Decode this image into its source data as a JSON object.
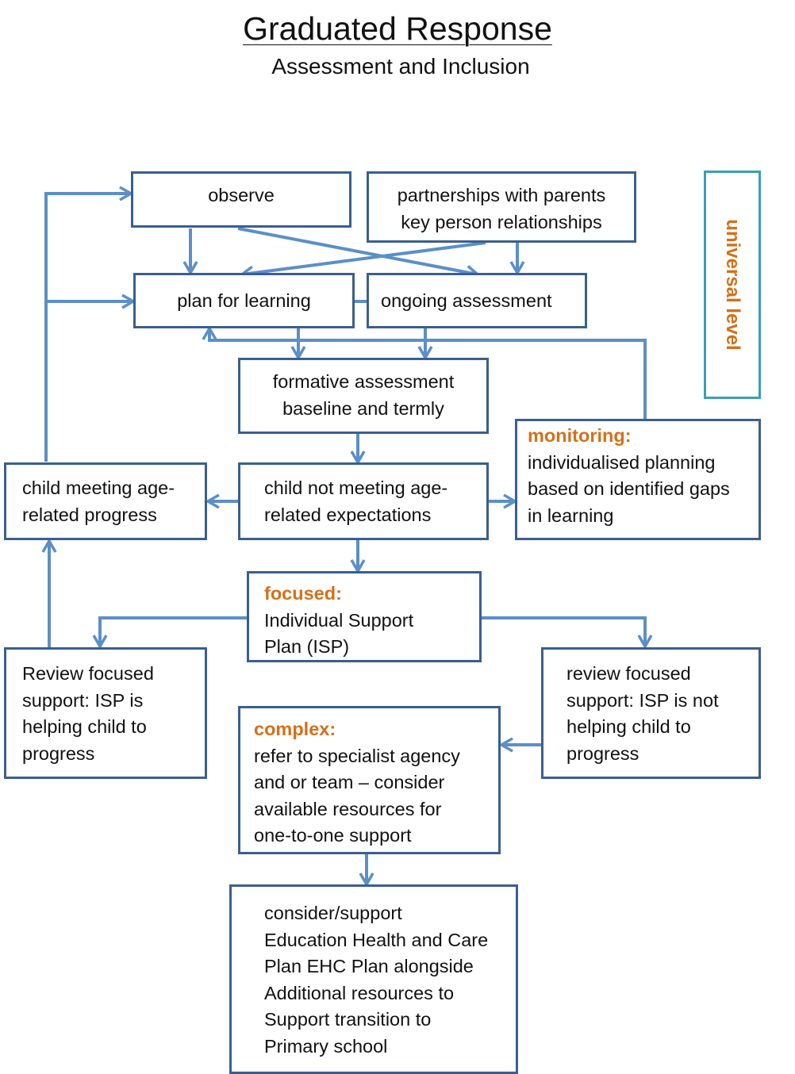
{
  "title": "Graduated Response",
  "subtitle": "Assessment and Inclusion",
  "nodes": {
    "observe": {
      "lines": [
        "observe"
      ]
    },
    "partnerships": {
      "lines": [
        "partnerships with parents",
        "key person relationships"
      ]
    },
    "plan": {
      "lines": [
        "plan for learning"
      ]
    },
    "ongoing": {
      "lines": [
        "ongoing assessment"
      ]
    },
    "formative": {
      "lines": [
        "formative assessment",
        "baseline and termly"
      ]
    },
    "meeting": {
      "lines": [
        "child meeting age-",
        "related progress"
      ]
    },
    "not_meeting": {
      "lines": [
        "child not meeting age-",
        "related expectations"
      ]
    },
    "monitoring": {
      "heading": "monitoring:",
      "lines": [
        "individualised planning",
        "based on identified gaps",
        "in learning"
      ]
    },
    "focused": {
      "heading": "focused:",
      "lines": [
        "Individual Support",
        "Plan (ISP)"
      ]
    },
    "review_helping": {
      "lines": [
        "Review focused",
        "support: ISP is",
        "helping child to",
        "progress"
      ]
    },
    "review_not": {
      "lines": [
        "review focused",
        "support: ISP is not",
        "helping child to",
        "progress"
      ]
    },
    "complex": {
      "heading": "complex:",
      "lines": [
        "refer to specialist agency",
        "and or team – consider",
        "available resources for",
        "one-to-one support"
      ]
    },
    "ehc": {
      "lines": [
        "consider/support",
        "Education Health and Care",
        "Plan EHC Plan alongside",
        "Additional resources to",
        "Support transition to",
        "Primary school"
      ]
    }
  },
  "universal_level": "universal level",
  "colors": {
    "box_border": "#3a5f8f",
    "arrow": "#5b8fc7",
    "highlight": "#d4701a",
    "universal_border": "#3aa0b0"
  }
}
